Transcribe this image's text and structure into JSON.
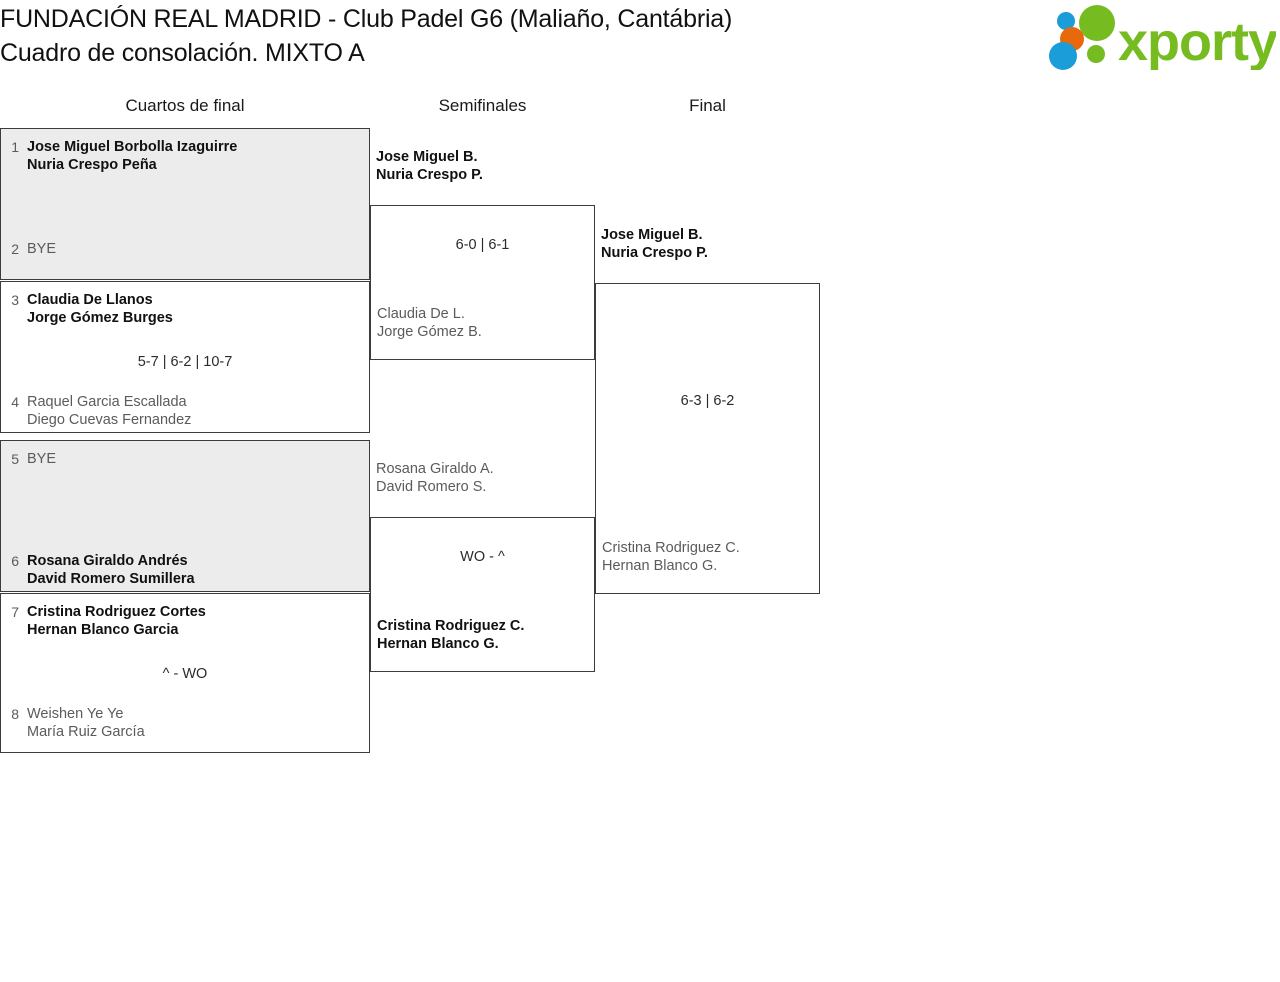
{
  "header": {
    "title_line1": "FUNDACIÓN REAL MADRID - Club Padel G6 (Maliaño, Cantábria)",
    "title_line2": "Cuadro de consolación. MIXTO A",
    "logo_text": "xporty",
    "logo_colors": {
      "green": "#76bc21",
      "orange": "#e8690b",
      "blue": "#1a9dd9"
    }
  },
  "rounds": [
    {
      "label": "Cuartos de final"
    },
    {
      "label": "Semifinales"
    },
    {
      "label": "Final"
    }
  ],
  "quarterfinals": [
    {
      "shaded": true,
      "top": {
        "seed": "1",
        "line1": "Jose Miguel Borbolla Izaguirre",
        "line2": "Nuria Crespo Peña",
        "winner": true
      },
      "bottom": {
        "seed": "2",
        "line1": "BYE",
        "line2": "",
        "winner": false
      },
      "score": ""
    },
    {
      "shaded": false,
      "top": {
        "seed": "3",
        "line1": "Claudia De Llanos",
        "line2": "Jorge Gómez Burges",
        "winner": true
      },
      "bottom": {
        "seed": "4",
        "line1": "Raquel Garcia Escallada",
        "line2": "Diego Cuevas Fernandez",
        "winner": false
      },
      "score": "5-7 | 6-2 | 10-7"
    },
    {
      "shaded": true,
      "top": {
        "seed": "5",
        "line1": "BYE",
        "line2": "",
        "winner": false
      },
      "bottom": {
        "seed": "6",
        "line1": "Rosana Giraldo Andrés",
        "line2": "David Romero Sumillera",
        "winner": true
      },
      "score": ""
    },
    {
      "shaded": false,
      "top": {
        "seed": "7",
        "line1": "Cristina Rodriguez Cortes",
        "line2": "Hernan Blanco Garcia",
        "winner": true
      },
      "bottom": {
        "seed": "8",
        "line1": "Weishen Ye Ye",
        "line2": "María Ruiz García",
        "winner": false
      },
      "score": "^ - WO"
    }
  ],
  "semifinals": [
    {
      "top": {
        "line1": "Jose Miguel B.",
        "line2": "Nuria Crespo P.",
        "winner": true
      },
      "bottom": {
        "line1": "Claudia De L.",
        "line2": "Jorge Gómez B.",
        "winner": false
      },
      "score": "6-0 | 6-1"
    },
    {
      "top": {
        "line1": "Rosana Giraldo A.",
        "line2": "David Romero S.",
        "winner": false
      },
      "bottom": {
        "line1": "Cristina Rodriguez C.",
        "line2": "Hernan Blanco G.",
        "winner": true
      },
      "score": "WO - ^"
    }
  ],
  "final": {
    "top": {
      "line1": "Jose Miguel B.",
      "line2": "Nuria Crespo P.",
      "winner": true
    },
    "bottom": {
      "line1": "Cristina Rodriguez C.",
      "line2": "Hernan Blanco G.",
      "winner": false
    },
    "score": "6-3 | 6-2"
  }
}
